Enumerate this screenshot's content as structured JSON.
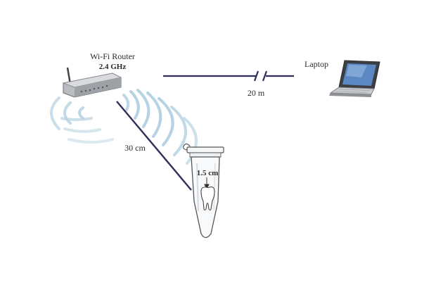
{
  "router": {
    "label": "Wi-Fi Router",
    "frequency": "2.4 GHz",
    "icon": "wifi-router-icon"
  },
  "laptop": {
    "label": "Laptop",
    "icon": "laptop-icon"
  },
  "links": {
    "router_to_laptop": "20 m",
    "router_to_tube": "30 cm"
  },
  "tube": {
    "depth_label": "1.5 cm",
    "icon": "microtube-icon",
    "content_icon": "tooth-icon"
  },
  "colors": {
    "wave": "#b7d3e3",
    "line": "#2f2f5a",
    "text": "#2a2a2a"
  }
}
